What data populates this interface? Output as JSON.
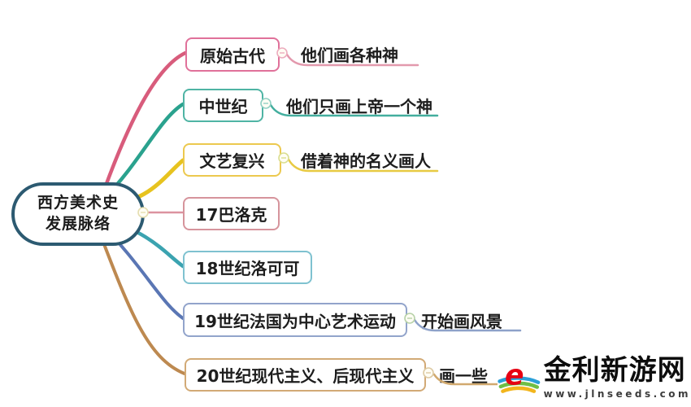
{
  "root": {
    "title_line1": "西方美术史",
    "title_line2": "发展脉络",
    "border_color": "#2c5a71"
  },
  "branches": [
    {
      "label": "原始古代",
      "child": "他们画各种神",
      "line_color": "#d85c7c",
      "box_color": "#e0719a",
      "connector_color": "#ecacbe",
      "underline_color": "#e399ad"
    },
    {
      "label": "中世纪",
      "child": "他们只画上帝一个神",
      "line_color": "#2aa28e",
      "box_color": "#4fb4a4",
      "connector_color": "#90d0c3",
      "underline_color": "#43ae9e"
    },
    {
      "label": "文艺复兴",
      "child": "借着神的名义画人",
      "line_color": "#e7c31f",
      "box_color": "#ecc94f",
      "connector_color": "#dade90",
      "underline_color": "#e8ca43"
    },
    {
      "label": "17巴洛克",
      "line_color": "#dc93a0",
      "box_color": "#d6949c",
      "connector_color": "#e5deb0"
    },
    {
      "label": "18世纪洛可可",
      "line_color": "#3ba3b0",
      "box_color": "#7fc2d0"
    },
    {
      "label": "19世纪法国为中心艺术运动",
      "child": "开始画风景",
      "line_color": "#5a76b4",
      "box_color": "#92a4cb",
      "connector_color": "#b7d2a8",
      "underline_color": "#8ea2c9"
    },
    {
      "label": "20世纪现代主义、后现代主义",
      "child": "画一些",
      "line_color": "#bd8950",
      "box_color": "#d2aa76",
      "connector_color": "#ddcaa3",
      "underline_color": "#d1a96e"
    }
  ],
  "watermark": {
    "site_name": "金利新游网",
    "url": "www.jlnseeds.com",
    "logo_letter": "e",
    "logo_colors": {
      "e": "#e60012",
      "arc_blue": "#2a9fd8",
      "arc_green": "#6fbe45",
      "arc_yellow": "#f2b51c"
    }
  }
}
